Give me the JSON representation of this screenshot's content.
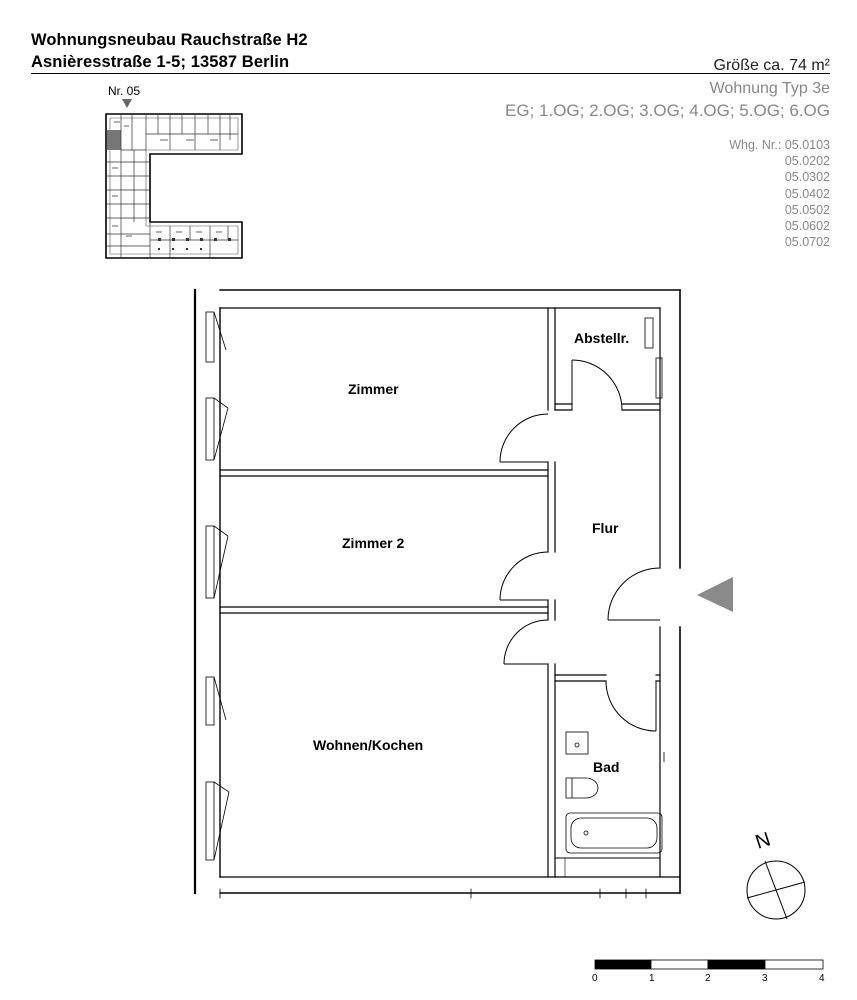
{
  "header": {
    "project": "Wohnungsneubau Rauchstraße H2",
    "address": "Asnièresstraße 1-5; 13587 Berlin"
  },
  "info": {
    "size": "Größe ca. 74 m²",
    "type": "Wohnung Typ 3e",
    "floors": "EG; 1.OG; 2.OG; 3.OG; 4.OG; 5.OG; 6.OG",
    "whg_label": "Whg. Nr.:",
    "whg_numbers": [
      "05.0103",
      "05.0202",
      "05.0302",
      "05.0402",
      "05.0502",
      "05.0602",
      "05.0702"
    ]
  },
  "keyplan": {
    "label": "Nr. 05"
  },
  "rooms": {
    "zimmer": "Zimmer",
    "zimmer2": "Zimmer 2",
    "wohnen": "Wohnen/Kochen",
    "abstell": "Abstellr.",
    "flur": "Flur",
    "bad": "Bad"
  },
  "north": {
    "label": "N"
  },
  "scale": {
    "ticks": [
      "0",
      "1",
      "2",
      "3",
      "4"
    ]
  }
}
